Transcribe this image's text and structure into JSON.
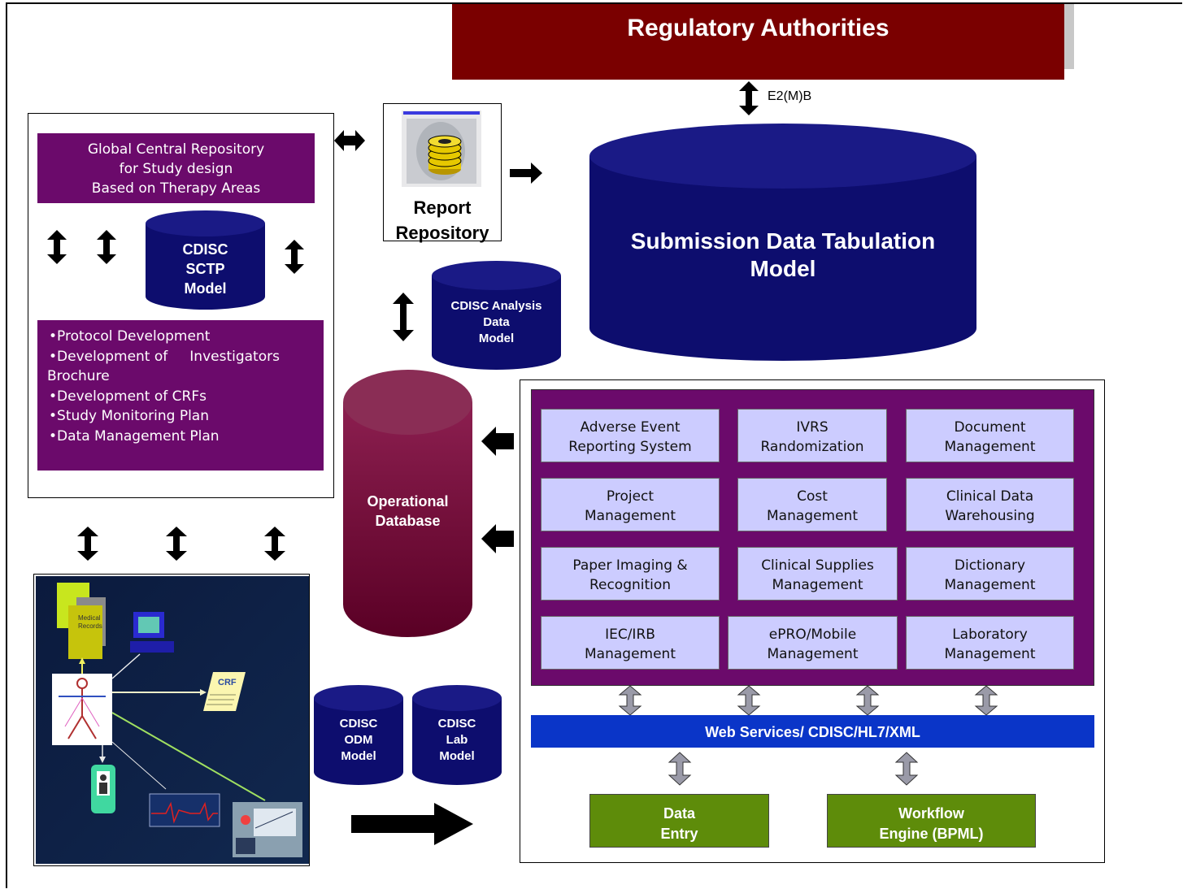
{
  "regulatory": {
    "title": "Regulatory Authorities",
    "e2mb_label": "E2(M)B"
  },
  "repository": {
    "lines": [
      "Global Central Repository",
      "for Study design",
      "Based on Therapy Areas"
    ],
    "sctp_model": [
      "CDISC",
      "SCTP",
      "Model"
    ],
    "bullets": [
      "•Protocol Development",
      "•Development of     Investigators",
      "Brochure",
      "•Development of CRFs",
      "•Study Monitoring Plan",
      "•Data Management Plan"
    ]
  },
  "report_repository": {
    "lines": [
      "Report",
      "Repository"
    ]
  },
  "sdtm": {
    "lines": [
      "Submission Data Tabulation",
      "Model"
    ]
  },
  "analysis_model": {
    "lines": [
      "CDISC Analysis",
      "Data",
      "Model"
    ]
  },
  "operational_db": {
    "lines": [
      "Operational",
      "Database"
    ]
  },
  "odm_model": {
    "lines": [
      "CDISC",
      "ODM",
      "Model"
    ]
  },
  "lab_model": {
    "lines": [
      "CDISC",
      "Lab",
      "Model"
    ]
  },
  "sources": {
    "medical_record": "Medical Record",
    "crf": "CRF"
  },
  "modules": [
    {
      "line1": "Adverse Event",
      "line2": "Reporting System"
    },
    {
      "line1": "IVRS",
      "line2": "Randomization"
    },
    {
      "line1": "Document",
      "line2": "Management"
    },
    {
      "line1": "Project",
      "line2": "Management"
    },
    {
      "line1": "Cost",
      "line2": "Management"
    },
    {
      "line1": "Clinical Data",
      "line2": "Warehousing"
    },
    {
      "line1": "Paper Imaging &",
      "line2": "Recognition"
    },
    {
      "line1": "Clinical Supplies",
      "line2": "Management"
    },
    {
      "line1": "Dictionary",
      "line2": "Management"
    },
    {
      "line1": "IEC/IRB",
      "line2": "Management"
    },
    {
      "line1": "ePRO/Mobile",
      "line2": "Management"
    },
    {
      "line1": "Laboratory",
      "line2": "Management"
    }
  ],
  "web_services": "Web Services/ CDISC/HL7/XML",
  "data_entry": {
    "line1": "Data",
    "line2": "Entry"
  },
  "workflow": {
    "line1": "Workflow",
    "line2": "Engine (BPML)"
  },
  "colors": {
    "maroon": "#7a0000",
    "purple": "#6b0a6b",
    "navy": "#0d0d6e",
    "wine": "#7a1040",
    "module_fill": "#ccccff",
    "web_blue": "#0a35c8",
    "green": "#5e8c0a"
  },
  "icons": [
    "double-arrow-icon",
    "right-arrow-icon",
    "left-arrow-icon",
    "database-disk-icon",
    "computer-icon",
    "medical-record-icon",
    "crf-document-icon",
    "human-body-icon",
    "ecg-icon",
    "lab-instrument-icon",
    "patient-icon"
  ]
}
